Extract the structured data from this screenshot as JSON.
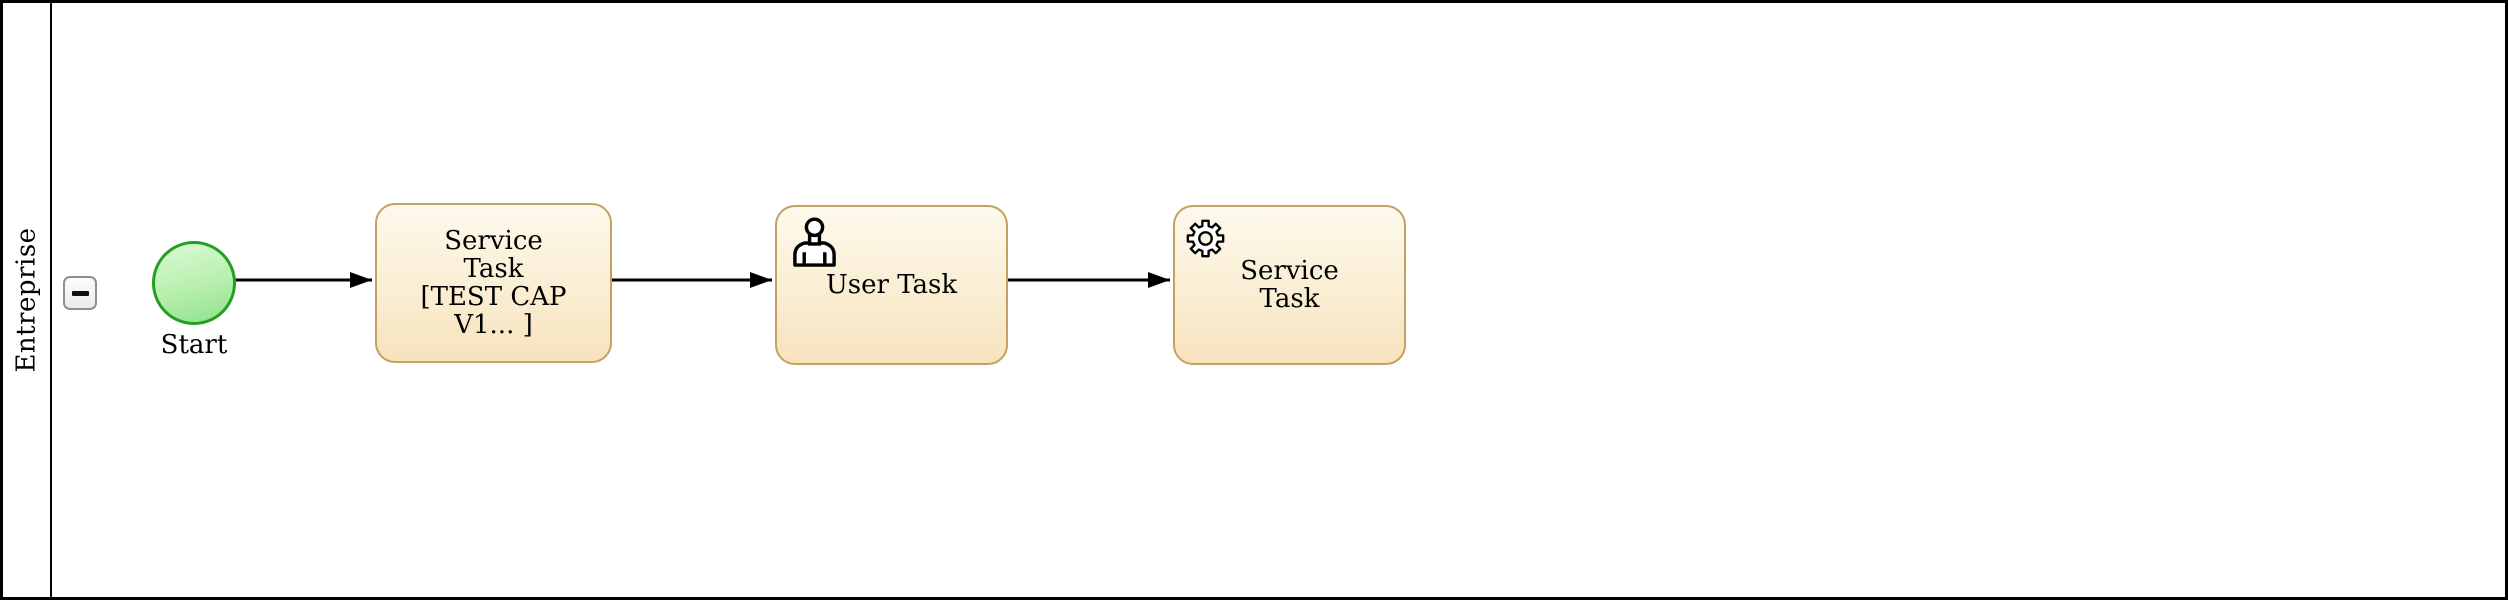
{
  "diagram": {
    "pool": {
      "lane_label": "Entreprise"
    },
    "collapse_button": {
      "symbol": "minus"
    },
    "start_event": {
      "label": "Start"
    },
    "tasks": [
      {
        "type": "service",
        "icon": "none",
        "label": "Service\nTask\n[TEST CAP\nV1... ]"
      },
      {
        "type": "user",
        "icon": "user-icon",
        "label": "User Task"
      },
      {
        "type": "service",
        "icon": "gear-icon",
        "label": "Service\nTask"
      }
    ],
    "colors": {
      "task_border": "#c5a063",
      "task_fill_top": "#fdf9ec",
      "task_fill_bottom": "#f7e2bd",
      "start_border": "#21a121",
      "start_fill_top": "#ddf9d6",
      "start_fill_bottom": "#8fe28f",
      "flow_line": "#000000",
      "pool_border": "#000000",
      "button_border": "#8f8f8f"
    }
  }
}
